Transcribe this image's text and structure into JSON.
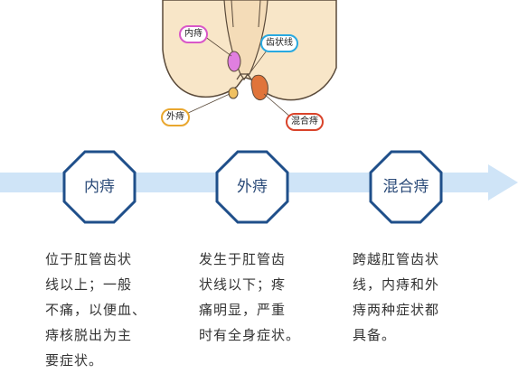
{
  "anatomy_labels": {
    "internal": "内痔",
    "dentate_line": "齿状线",
    "external": "外痔",
    "mixed": "混合痔"
  },
  "categories": [
    {
      "title": "内痔",
      "description": "位于肛管齿状\n线以上；一般\n不痛，以便血、\n痔核脱出为主\n要症状。"
    },
    {
      "title": "外痔",
      "description": "发生于肛管齿\n状线以下；疼\n痛明显，严重\n时有全身症状。"
    },
    {
      "title": "混合痔",
      "description": "跨越肛管齿状\n线，内痔和外\n痔两种症状都\n具备。"
    }
  ],
  "colors": {
    "skin": "#f8e6c8",
    "skin_outline": "#5a4a3a",
    "internal": "#e07fe0",
    "external": "#f0c060",
    "mixed": "#e0743a",
    "arrow": "#cfe4f7",
    "badge_border": "#1f4f8a"
  }
}
